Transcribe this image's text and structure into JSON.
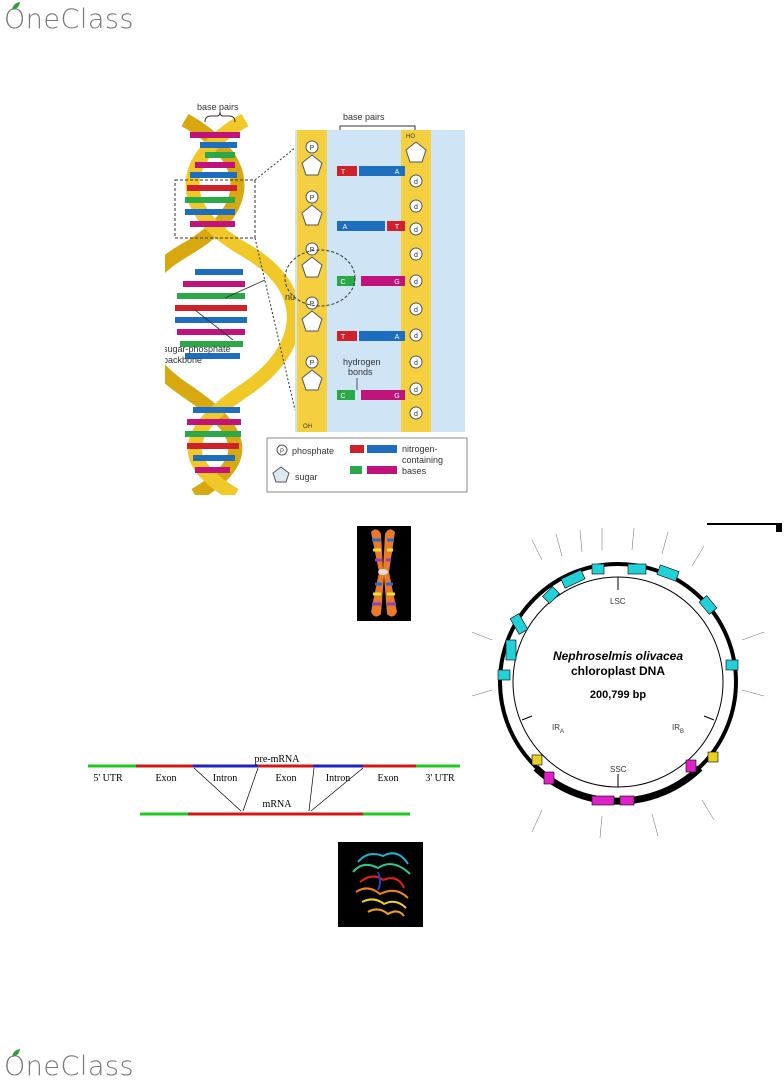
{
  "brand": {
    "name": "OneClass"
  },
  "dna_figure": {
    "labels": {
      "base_pairs_left": "base pairs",
      "base_pairs_right": "base pairs",
      "nucleotide": "nucleotide",
      "backbone_line1": "sugar-phosphate",
      "backbone_line2": "backbone",
      "hydrogen_line1": "hydrogen",
      "hydrogen_line2": "bonds",
      "ho": "HO",
      "oh": "OH"
    },
    "legend": {
      "phosphate": "phosphate",
      "sugar": "sugar",
      "nitrogen_line1": "nitrogen-",
      "nitrogen_line2": "containing",
      "nitrogen_line3": "bases"
    },
    "pairs": [
      {
        "left": "T",
        "right": "A"
      },
      {
        "left": "A",
        "right": "T"
      },
      {
        "left": "C",
        "right": "G"
      },
      {
        "left": "T",
        "right": "A"
      },
      {
        "left": "C",
        "right": "G"
      }
    ],
    "p_symbol": "P",
    "d_symbol": "d"
  },
  "splicing": {
    "pre_mrna": "pre-mRNA",
    "mrna": "mRNA",
    "segments": [
      "5' UTR",
      "Exon",
      "Intron",
      "Exon",
      "Intron",
      "Exon",
      "3' UTR"
    ],
    "colors": {
      "utr": "#1ec81e",
      "exon": "#d01818",
      "intron": "#2222c0"
    }
  },
  "chloroplast": {
    "species": "Nephroselmis olivacea",
    "title2": "chloroplast DNA",
    "size": "200,799 bp",
    "lsc": "LSC",
    "ssc": "SSC",
    "ira": "IR",
    "ira_sub": "A",
    "irb": "IR",
    "irb_sub": "B"
  }
}
